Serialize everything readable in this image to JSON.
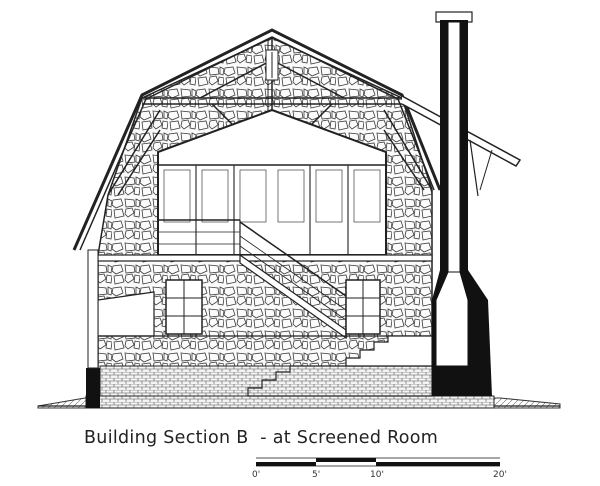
{
  "caption": "Building Section B  - at Screened Room",
  "scale_bar": {
    "ticks": [
      "0'",
      "5'",
      "10'",
      "20'"
    ]
  }
}
